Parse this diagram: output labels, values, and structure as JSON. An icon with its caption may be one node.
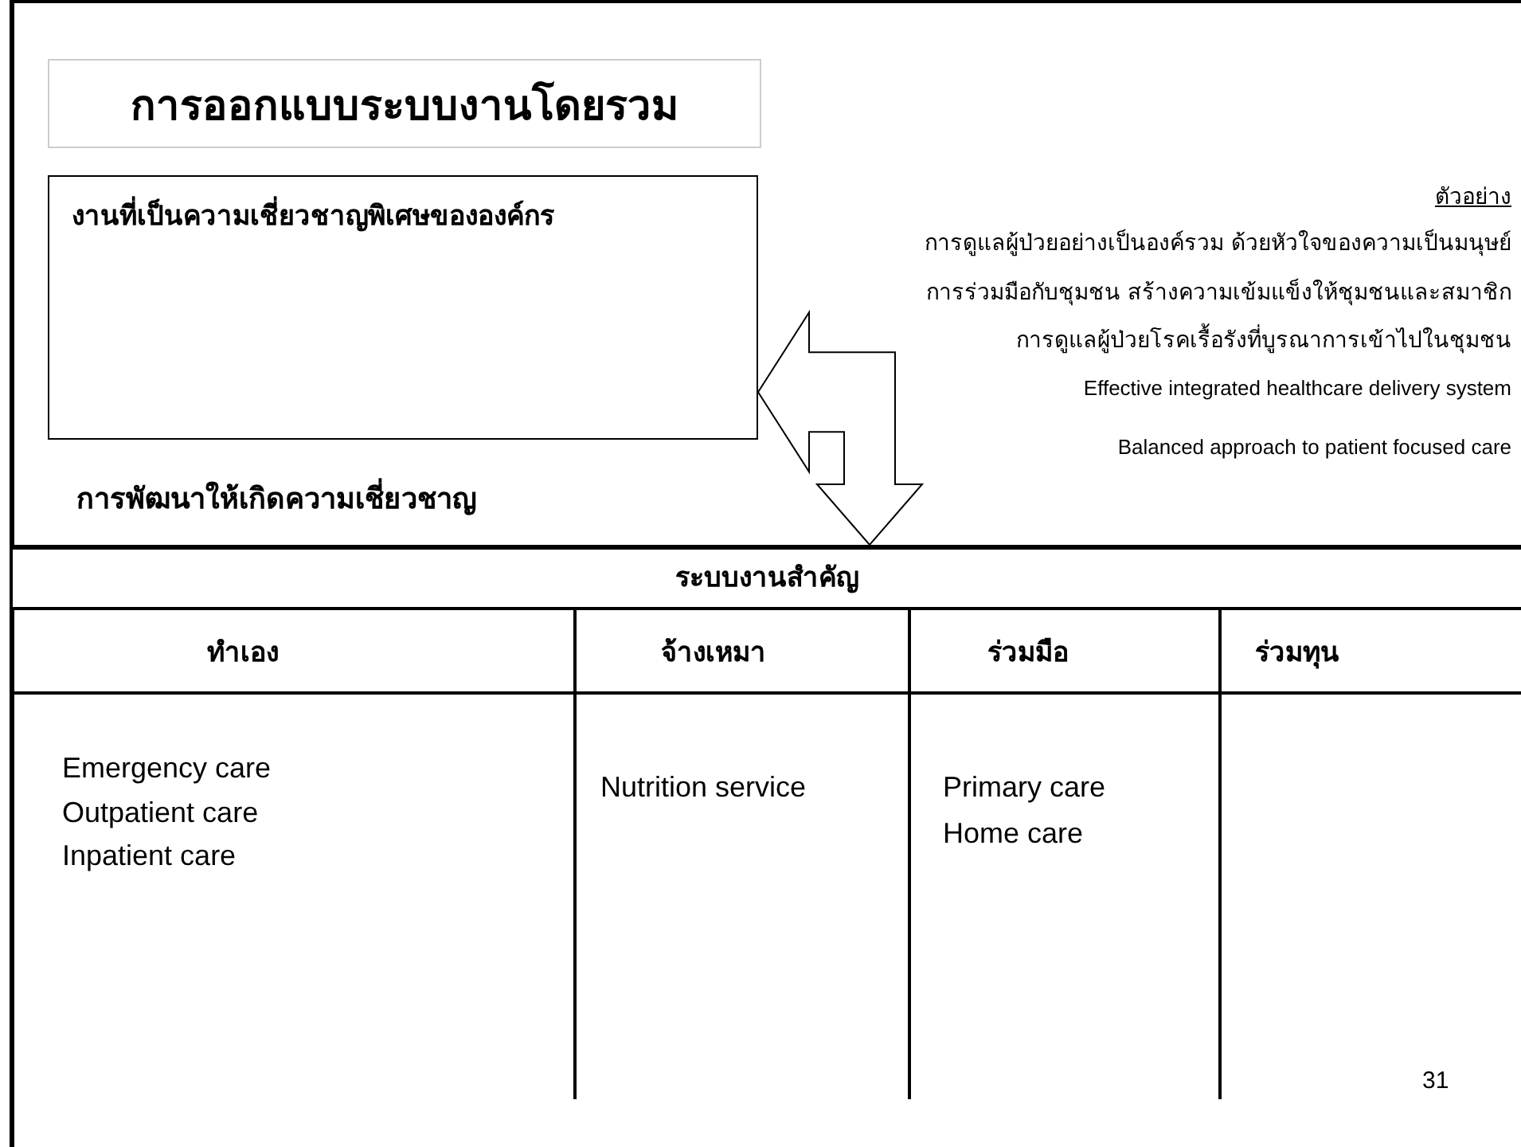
{
  "diagram": {
    "title": "การออกแบบระบบงานโดยรวม",
    "nodes": [
      {
        "text": [
          "งานที่เป็นความเชี่ยวชาญพิเศษขององค์กร"
        ]
      },
      {
        "text": [
          "ระบบงานสำคัญ"
        ]
      }
    ],
    "edges": [
      {
        "from": 0,
        "to": 1,
        "arrow": "both"
      }
    ],
    "labels": [
      "ตัวอย่าง",
      "การดูแลผู้ป่วยอย่างเป็นองค์รวม ด้วยหัวใจของความเป็นมนุษย์",
      "การร่วมมือกับชุมชน สร้างความเข้มแข็งให้ชุมชนและสมาชิก",
      "การดูแลผู้ป่วยโรคเรื้อรังที่บูรณาการเข้าไปในชุมชน",
      "Effective integrated healthcare delivery system",
      "Balanced approach to patient focused care",
      "การพัฒนาให้เกิดความเชี่ยวชาญ",
      "ทำเอง",
      "จ้างเหมา",
      "ร่วมมือ",
      "ร่วมทุน",
      "Emergency care",
      "Outpatient care",
      "Inpatient care",
      "Nutrition service",
      "Primary care",
      "Home care",
      "31"
    ]
  }
}
